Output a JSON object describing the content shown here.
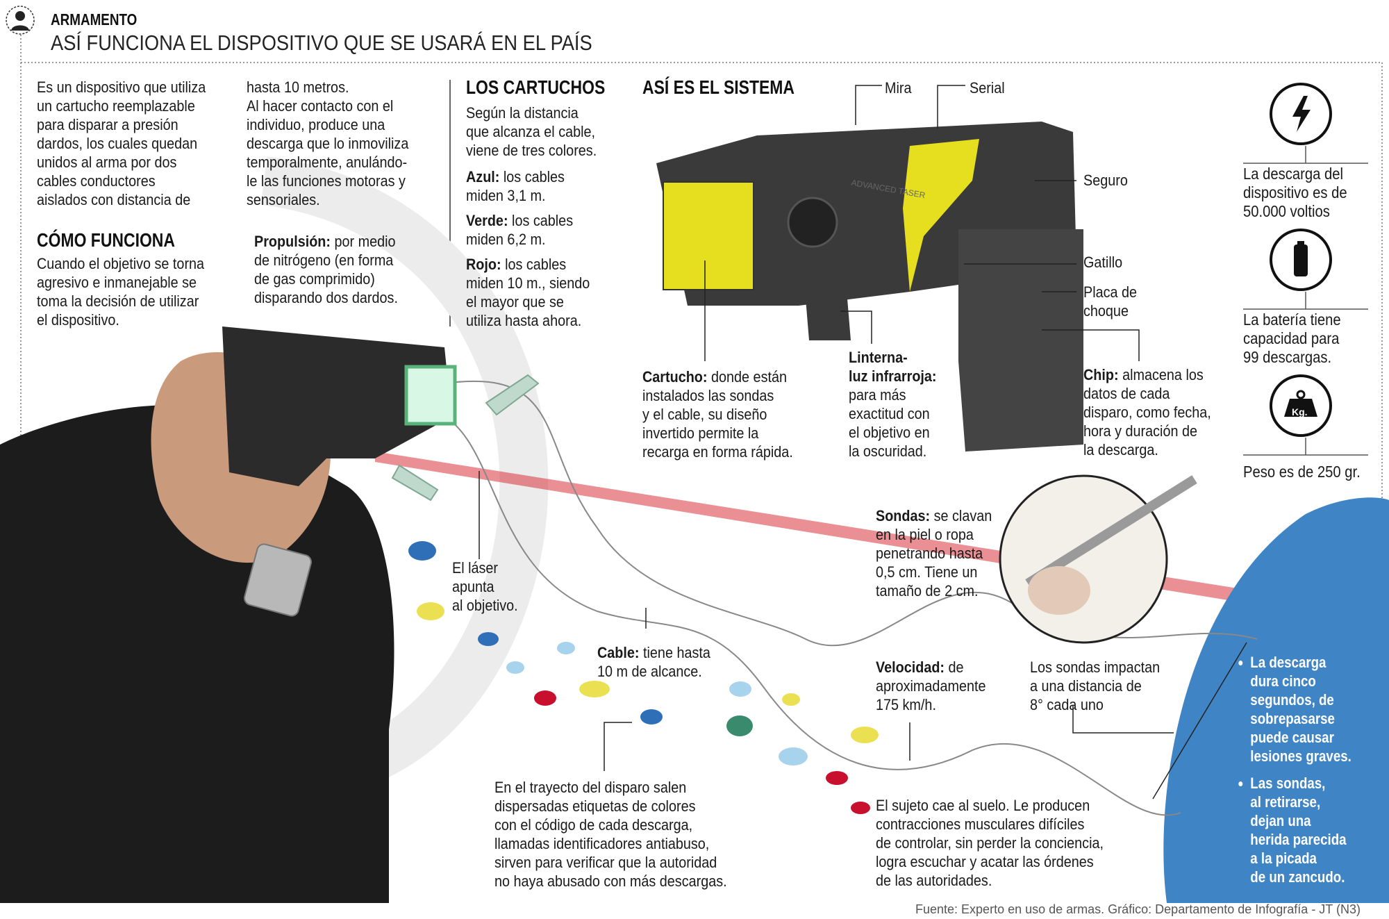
{
  "header": {
    "section": "ARMAMENTO",
    "title": "ASÍ FUNCIONA EL DISPOSITIVO QUE SE USARÁ EN EL PAÍS"
  },
  "intro": {
    "col1": "Es un dispositivo que utiliza\nun cartucho reemplazable\npara disparar a presión\ndardos, los cuales quedan\nunidos al arma por dos\ncables conductores\naislados con distancia de",
    "col2": "hasta 10 metros.\nAl hacer contacto con el\nindividuo, produce una\ndescarga que lo inmoviliza\ntemporalmente, anulándo-\nle las funciones motoras y\nsensoriales."
  },
  "como_funciona": {
    "heading": "CÓMO FUNCIONA",
    "text": "Cuando el objetivo se torna\nagresivo e inmanejable se\ntoma la decisión de utilizar\nel dispositivo.",
    "propulsion_label": "Propulsión:",
    "propulsion_text": " por medio\nde nitrógeno (en forma\nde gas comprimido)\ndisparando dos dardos."
  },
  "cartuchos": {
    "heading": "LOS CARTUCHOS",
    "intro": "Según la distancia\nque alcanza el cable,\nviene de tres colores.",
    "items": [
      {
        "label": "Azul:",
        "text": " los cables\nmiden 3,1 m."
      },
      {
        "label": "Verde:",
        "text": " los cables\nmiden 6,2 m."
      },
      {
        "label": "Rojo:",
        "text": " los cables\nmiden 10 m., siendo\nel mayor que se\nutiliza hasta ahora."
      }
    ]
  },
  "sistema": {
    "heading": "ASÍ ES EL SISTEMA",
    "labels": {
      "mira": "Mira",
      "serial": "Serial",
      "seguro": "Seguro",
      "gatillo": "Gatillo",
      "placa": "Placa de\nchoque"
    },
    "cartucho_label": "Cartucho:",
    "cartucho_text": " donde están\ninstalados las sondas\ny el cable, su diseño\ninvertido permite la\nrecarga en forma rápida.",
    "linterna_label": "Linterna-\nluz infrarroja:",
    "linterna_text": "\npara más\nexactitud con\nel objetivo en\nla oscuridad.",
    "chip_label": "Chip:",
    "chip_text": " almacena los\ndatos de cada\ndisparo, como fecha,\nhora y duración de\nla descarga.",
    "gun_brand": "ADVANCED TASER"
  },
  "specs": [
    {
      "icon": "lightning-icon",
      "text": "La descarga del\ndispositivo es de\n50.000 voltios"
    },
    {
      "icon": "battery-icon",
      "text": "La batería tiene\ncapacidad para\n99 descargas."
    },
    {
      "icon": "weight-icon",
      "icon_label": "Kg.",
      "text": "Peso es de 250 gr."
    }
  ],
  "annotations": {
    "laser": "El láser\napunta\nal objetivo.",
    "cable_label": "Cable:",
    "cable_text": "  tiene hasta\n10 m de alcance.",
    "sondas_label": "Sondas:",
    "sondas_text": "  se clavan\nen la piel o ropa\npenetrando hasta\n0,5 cm. Tiene un\ntamaño de 2 cm.",
    "velocidad_label": "Velocidad:",
    "velocidad_text": "  de\naproximadamente\n175 km/h.",
    "impacto": "Los sondas impactan\na una distancia de\n8° cada uno",
    "trayecto": "En el trayecto del disparo salen\ndispersadas etiquetas de colores\ncon el código de cada descarga,\nllamadas identificadores antiabuso,\nsirven para verificar que la autoridad\nno haya abusado con más descargas.",
    "sujeto": "El sujeto cae al suelo. Le producen\ncontracciones musculares difíciles\nde controlar, sin perder la conciencia,\nlogra escuchar y acatar las órdenes\nde las autoridades."
  },
  "bullets": [
    "La descarga\ndura cinco\nsegundos, de\nsobrepasarse\npuede causar\nlesiones graves.",
    "Las sondas,\nal retirarse,\ndejan una\nherida parecida\na la picada\nde un zancudo."
  ],
  "footer": {
    "source": "Fuente: Experto en uso de armas. Gráfico: Departamento de Infografía - JT (N3)"
  },
  "colors": {
    "taser_yellow": "#e6df1f",
    "laser_red": "#d9353d",
    "vest_blue": "#3f84c4",
    "dot_blue": "#2f6fb7",
    "dot_yellow": "#ebe052",
    "dot_red": "#c8102e",
    "dot_light_blue": "#a8d3ec",
    "dot_green": "#3a8a6e"
  }
}
